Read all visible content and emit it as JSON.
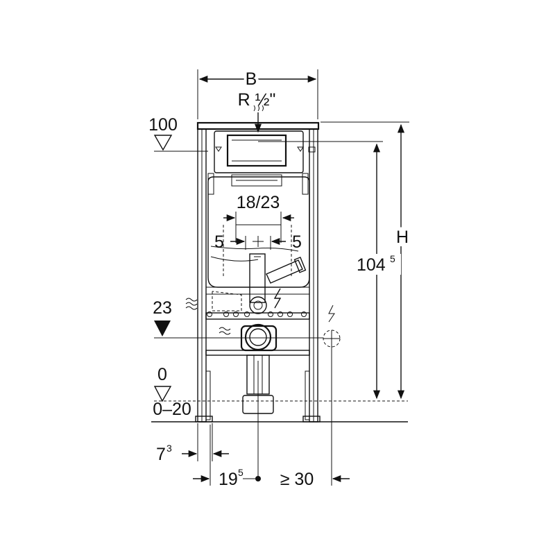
{
  "dimensions": {
    "width": "B",
    "height": "H",
    "connection": "R ½\"",
    "flush_plate": "18/23",
    "left_gap": "5",
    "right_gap": "5",
    "tank_height_main": "104",
    "tank_height_sup": "5",
    "left_offset_main": "7",
    "left_offset_sup": "3",
    "drain_offset_main": "19",
    "drain_offset_sup": "5",
    "min_clearance": "≥ 30"
  },
  "levels": {
    "top": "100",
    "drain": "23",
    "floor": "0",
    "floor_range": "0–20"
  }
}
